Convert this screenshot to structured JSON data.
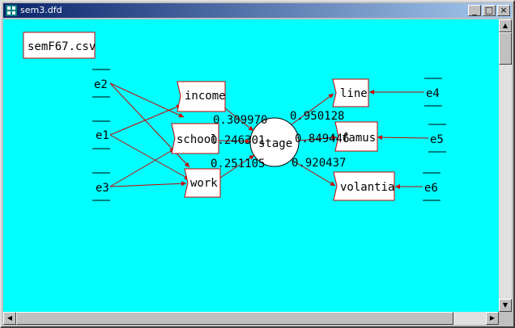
{
  "window": {
    "title": "sem3.dfd",
    "minimize_glyph": "_",
    "maximize_glyph": "□",
    "close_glyph": "×"
  },
  "diagram": {
    "file_label": "semF67.csv",
    "errors": [
      "e2",
      "e1",
      "e3",
      "e4",
      "e5",
      "e6"
    ],
    "observed": [
      "income",
      "school",
      "work",
      "line",
      "famus",
      "volantia"
    ],
    "latent": "stage",
    "coefficients": [
      "0.309970",
      "0.246301",
      "0.251105",
      "0.950128",
      "0.849446",
      "0.920437"
    ]
  },
  "scrollbars": {
    "up": "▲",
    "down": "▼",
    "left": "◀",
    "right": "▶"
  },
  "colors": {
    "canvas": "#00ffff",
    "arrow": "#cc0000",
    "box_border": "#cc0000"
  }
}
